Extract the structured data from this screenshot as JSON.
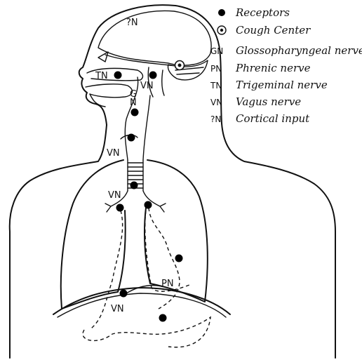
{
  "legend": {
    "receptors": {
      "symbol": "●",
      "text": "Receptors"
    },
    "cough_center": {
      "symbol": "⊙",
      "text": "Cough Center"
    },
    "glossopharyngeal": {
      "abbr": "GN",
      "text": "Glossopharyngeal nerve"
    },
    "phrenic": {
      "abbr": "PN",
      "text": "Phrenic nerve"
    },
    "trigeminal": {
      "abbr": "TN",
      "text": "Trigeminal nerve"
    },
    "vagus": {
      "abbr": "VN",
      "text": "Vagus nerve"
    },
    "cortical": {
      "abbr": "?N",
      "text": "Cortical input"
    }
  },
  "labels": {
    "cortical": "?N",
    "trigeminal": "TN",
    "vagus_pharynx": "VN",
    "glossopharyngeal": "G",
    "nerve_neck": "N",
    "vagus_larynx": "VN",
    "vagus_bronchi": "VN",
    "phrenic": "PN",
    "vagus_abdomen": "VN"
  }
}
